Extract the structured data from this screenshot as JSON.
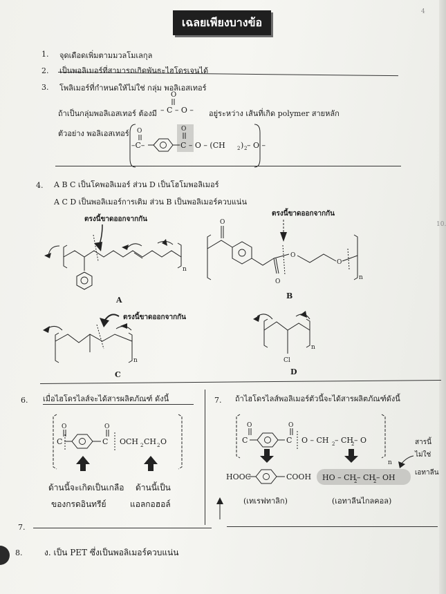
{
  "header": {
    "title": "เฉลยเพียงบางข้อ"
  },
  "margin": {
    "top_right": "4",
    "side": "10."
  },
  "answers": [
    {
      "num": "1.",
      "text": "จุดเดือดเพิ่มตามมวลโมเลกุล"
    },
    {
      "num": "2.",
      "text": "เป็นพอลิเมอร์ที่สามารถเกิดพันธะไฮโดรเจนได้"
    },
    {
      "num": "3.",
      "text": "โพลิเมอร์ที่กำหนดให้ไม่ใช่ กลุ่ม พอลิเอสเทอร์"
    }
  ],
  "q3": {
    "note_before": "ถ้าเป็นกลุ่มพอลิเอสเทอร์ ต้องมี",
    "ester_link": "– C – O –",
    "note_after": "อยู่ระหว่าง เส้นที่เกิด polymer สายหลัก",
    "example_label": "ตัวอย่าง พอลิเอสเทอร์",
    "formula_mid": "C – O – (CH",
    "formula_end": ")",
    "formula_tail": " – O –",
    "sub2a": "2",
    "sub2b": "2"
  },
  "q4": {
    "num": "4.",
    "line1": "A B C เป็นโคพอลิเมอร์ ส่วน D เป็นโฮโมพอลิเมอร์",
    "line2": "A C D เป็นพอลิเมอร์การเติม ส่วน B เป็นพอลิเมอร์ควบแน่น",
    "break_label": "ตรงนี้ขาดออกจากกัน",
    "labels": {
      "a": "A",
      "b": "B",
      "c": "C",
      "d": "D"
    },
    "n": "n",
    "o": "O",
    "cl": "Cl"
  },
  "q6": {
    "num": "6.",
    "title": "เมื่อไฮโดรไลส์จะได้สารผลิตภัณฑ์ ดังนี้",
    "formula_c": "C",
    "formula_och": "OCH",
    "formula_ch": "CH",
    "formula_o": "O",
    "note_left_1": "ด้านนี้จะเกิดเป็นเกลือ",
    "note_left_2": "ของกรดอินทรีย์",
    "note_right_1": "ด้านนี้เป็น",
    "note_right_2": "แอลกอฮอล์"
  },
  "q7": {
    "num": "7.",
    "title": "ถ้าไฮโดรไลส์พอลิเมอร์ตัวนี้จะได้สารผลิตภัณฑ์ดังนี้",
    "formula_chain": "O – CH",
    "formula_chain2": " – CH",
    "formula_chain3": " – O",
    "acid": "COOH",
    "acid_left": "HOOC",
    "glycol": "HO – CH",
    "glycol_2": " – CH",
    "glycol_3": " – OH",
    "acid_name": "(เทเรฟทาลิก)",
    "glycol_name": "(เอทาลีนไกลคอล)",
    "side_note_1": "สารนี้",
    "side_note_2": "ไม่ใช่",
    "side_note_3": "เอทาลีน"
  },
  "bottom": {
    "num7": "7.",
    "num8": "8.",
    "answer8": "ง. เป็น PET ซึ่งเป็นพอลิเมอร์ควบแน่น"
  }
}
